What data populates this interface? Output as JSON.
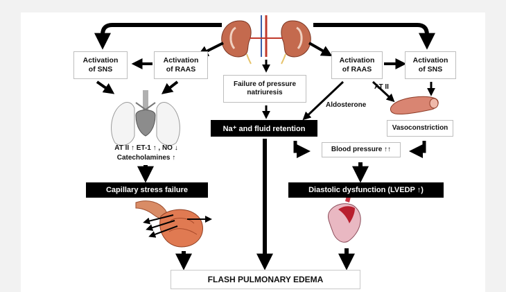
{
  "diagram": {
    "left_raas": "Activation\nof RAAS",
    "left_sns": "Activation\nof SNS",
    "center_failure": "Failure of pressure\nnatriuresis",
    "right_raas": "Activation\nof RAAS",
    "right_sns": "Activation\nof SNS",
    "at2_label": "AT II",
    "aldosterone_label": "Aldosterone",
    "mediators_line1": "AT II ↑  ET-1 ↑ , NO ↓",
    "mediators_line2": "Catecholamines ↑",
    "na_retention": "Na⁺ and fluid retention",
    "vasoconstriction": "Vasoconstriction",
    "blood_pressure": "Blood pressure ↑↑",
    "capillary_failure": "Capillary stress failure",
    "diastolic_dysfunction": "Diastolic dysfunction (LVEDP ↑)",
    "final_outcome": "FLASH PULMONARY EDEMA"
  },
  "colors": {
    "kidney": "#c46a4e",
    "artery": "#d8261f",
    "vessel": "#d98572",
    "heart_pink": "#e9b8c2",
    "heart_red": "#b81f2e",
    "capillary": "#e07a52"
  }
}
